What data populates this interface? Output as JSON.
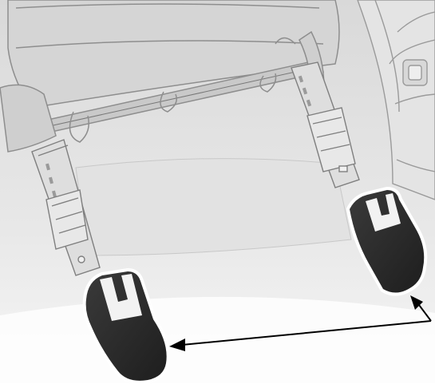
{
  "illustration": {
    "colors": {
      "background": "#ffffff",
      "floor": "#e6e6e6",
      "panel": "#dcdcdc",
      "line": "#9a9a9a",
      "dark_cover": "#2b2b2b",
      "arrow": "#000000"
    },
    "parts": [
      "seat-frame",
      "left-seat-rail",
      "right-seat-rail",
      "left-rail-cover",
      "right-rail-cover",
      "double-arrow"
    ]
  }
}
